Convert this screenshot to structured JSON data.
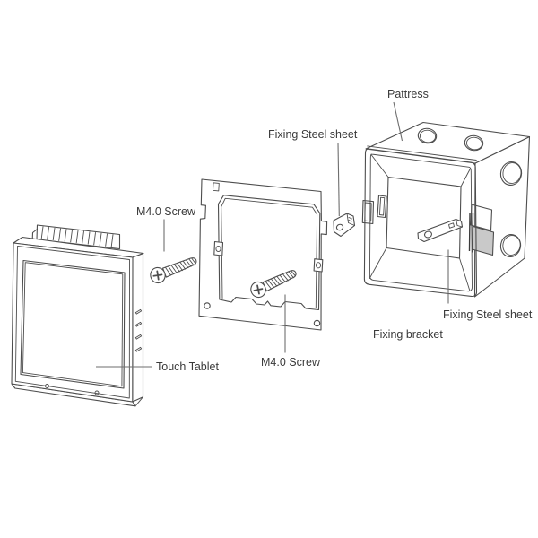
{
  "diagram": {
    "type": "exploded-assembly-installation-diagram",
    "background_color": "#ffffff",
    "line_color": "#4d4d4d",
    "label_text_color": "#3a3a3a",
    "shaded_tab_color": "#c9c9c9",
    "labels": {
      "pattress": "Pattress",
      "fixing_steel_sheet_top": "Fixing Steel sheet",
      "m4_screw_left": "M4.0 Screw",
      "touch_tablet": "Touch Tablet",
      "m4_screw_bottom": "M4.0 Screw",
      "fixing_bracket": "Fixing bracket",
      "fixing_steel_sheet_right": "Fixing Steel sheet"
    }
  }
}
